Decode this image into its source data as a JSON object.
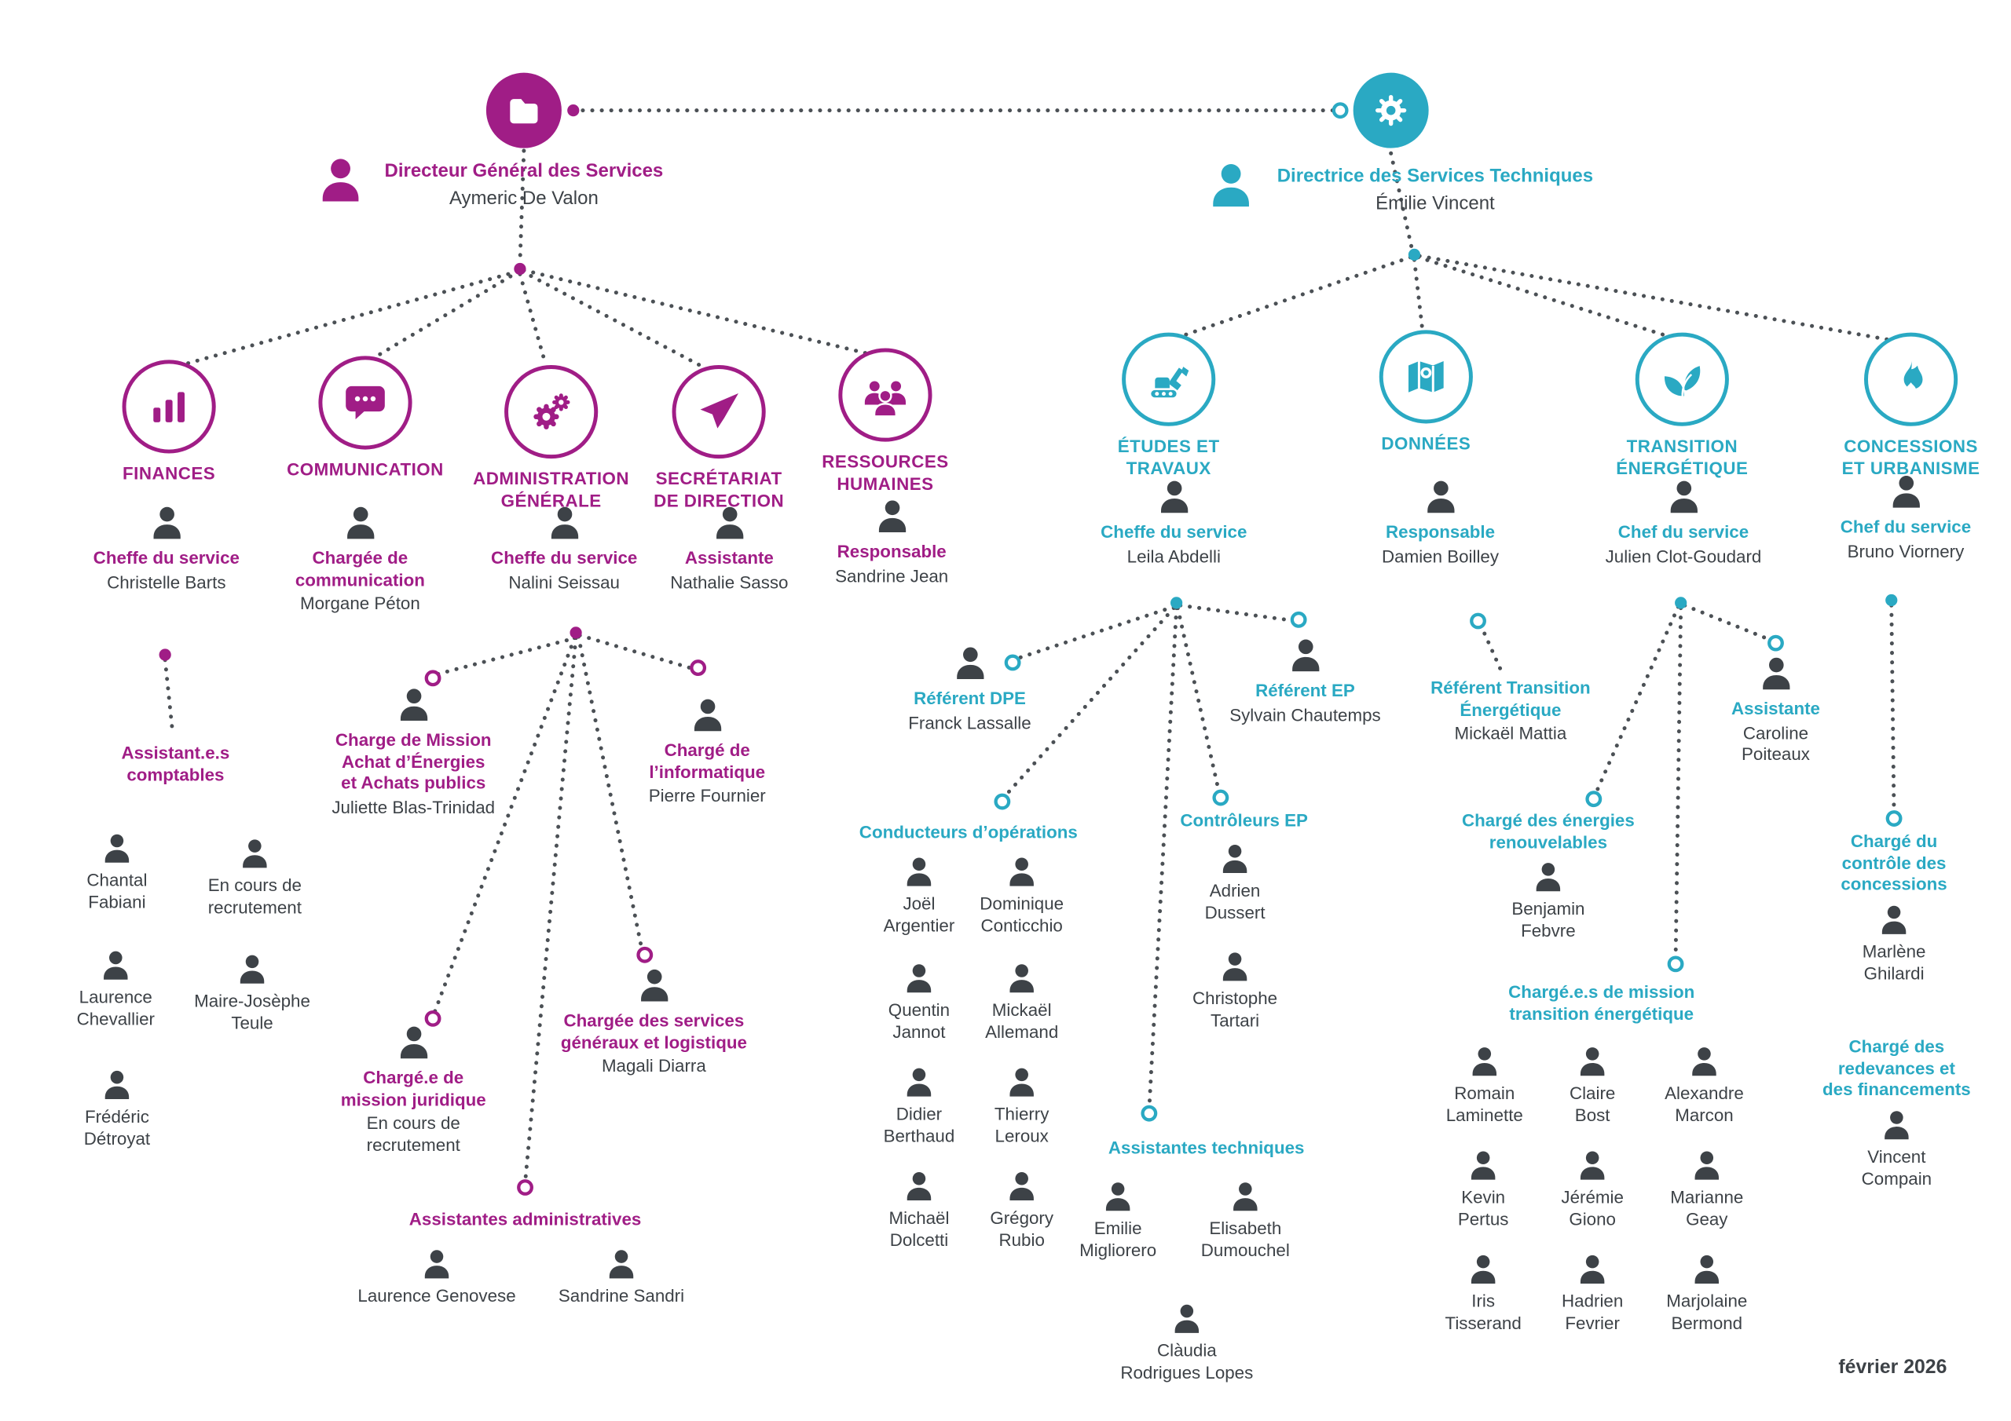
{
  "meta": {
    "date_label": "février 2026",
    "icons_used": [
      "person-icon",
      "folder-icon",
      "gear-icon",
      "bar-chart-icon",
      "chat-icon",
      "gears-icon",
      "paper-plane-icon",
      "people-icon",
      "excavator-icon",
      "map-pin-icon",
      "leaves-icon",
      "flame-icon"
    ]
  },
  "colors": {
    "purple": "#a01d86",
    "teal": "#2aa9c3",
    "dark": "#3d4247",
    "line": "#4b5055"
  },
  "nodes": [
    {
      "id": "dgs",
      "kind": "root",
      "color": "purple",
      "badge": "folder",
      "title": "Directeur Général des Services",
      "name": "Aymeric De Valon"
    },
    {
      "id": "dst",
      "kind": "root",
      "color": "teal",
      "badge": "gear",
      "title": "Directrice des Services Techniques",
      "name": "Émilie Vincent"
    },
    {
      "id": "dep-finances",
      "kind": "dept",
      "color": "purple",
      "icon": "bar-chart",
      "label": "FINANCES"
    },
    {
      "id": "dep-communication",
      "kind": "dept",
      "color": "purple",
      "icon": "chat",
      "label": "COMMUNICATION"
    },
    {
      "id": "dep-admin",
      "kind": "dept",
      "color": "purple",
      "icon": "gears",
      "label": "ADMINISTRATION\nGÉNÉRALE"
    },
    {
      "id": "dep-secretariat",
      "kind": "dept",
      "color": "purple",
      "icon": "paper-plane",
      "label": "SECRÉTARIAT\nDE DIRECTION"
    },
    {
      "id": "dep-rh",
      "kind": "dept",
      "color": "purple",
      "icon": "people",
      "label": "RESSOURCES\nHUMAINES"
    },
    {
      "id": "dep-etudes",
      "kind": "dept",
      "color": "teal",
      "icon": "excavator",
      "label": "ÉTUDES ET\nTRAVAUX"
    },
    {
      "id": "dep-donnees",
      "kind": "dept",
      "color": "teal",
      "icon": "map-pin",
      "label": "DONNÉES"
    },
    {
      "id": "dep-transition",
      "kind": "dept",
      "color": "teal",
      "icon": "leaves",
      "label": "TRANSITION\nÉNERGÉTIQUE"
    },
    {
      "id": "dep-concessions",
      "kind": "dept",
      "color": "teal",
      "icon": "flame",
      "label": "CONCESSIONS\nET URBANISME"
    },
    {
      "id": "fin-chef",
      "kind": "person",
      "color": "purple",
      "label": "Cheffe du service",
      "name": "Christelle Barts"
    },
    {
      "id": "fin-group",
      "kind": "group",
      "color": "purple",
      "label": "Assistant.e.s\ncomptables"
    },
    {
      "id": "fin-m1",
      "kind": "member",
      "color": "dark",
      "name": "Chantal\nFabiani"
    },
    {
      "id": "fin-m2",
      "kind": "member",
      "color": "dark",
      "name": "En cours de\nrecrutement"
    },
    {
      "id": "fin-m3",
      "kind": "member",
      "color": "dark",
      "name": "Laurence\nChevallier"
    },
    {
      "id": "fin-m4",
      "kind": "member",
      "color": "dark",
      "name": "Maire-Josèphe\nTeule"
    },
    {
      "id": "fin-m5",
      "kind": "member",
      "color": "dark",
      "name": "Frédéric\nDétroyat"
    },
    {
      "id": "com-chef",
      "kind": "person",
      "color": "purple",
      "label": "Chargée de\ncommunication",
      "name": "Morgane Péton"
    },
    {
      "id": "adm-chef",
      "kind": "person",
      "color": "purple",
      "label": "Cheffe du service",
      "name": "Nalini Seissau"
    },
    {
      "id": "adm-achats",
      "kind": "person",
      "color": "purple",
      "label": "Charge de Mission\nAchat d’Énergies\net Achats publics",
      "name": "Juliette Blas-Trinidad"
    },
    {
      "id": "adm-info",
      "kind": "person",
      "color": "purple",
      "label": "Chargé de\nl’informatique",
      "name": "Pierre Fournier"
    },
    {
      "id": "adm-jur",
      "kind": "person",
      "color": "purple",
      "label": "Chargé.e de\nmission juridique",
      "name": "En cours de\nrecrutement"
    },
    {
      "id": "adm-log",
      "kind": "person",
      "color": "purple",
      "label": "Chargée des services\ngénéraux et logistique",
      "name": "Magali Diarra"
    },
    {
      "id": "adm-group",
      "kind": "group",
      "color": "purple",
      "label": "Assistantes administratives"
    },
    {
      "id": "adm-m1",
      "kind": "member",
      "color": "dark",
      "name": "Laurence Genovese"
    },
    {
      "id": "adm-m2",
      "kind": "member",
      "color": "dark",
      "name": "Sandrine Sandri"
    },
    {
      "id": "sec-assist",
      "kind": "person",
      "color": "purple",
      "label": "Assistante",
      "name": "Nathalie Sasso"
    },
    {
      "id": "rh-resp",
      "kind": "person",
      "color": "purple",
      "label": "Responsable",
      "name": "Sandrine Jean"
    },
    {
      "id": "et-chef",
      "kind": "person",
      "color": "teal",
      "label": "Cheffe du service",
      "name": "Leila Abdelli"
    },
    {
      "id": "et-dpe",
      "kind": "person",
      "color": "teal",
      "label": "Référent DPE",
      "name": "Franck Lassalle"
    },
    {
      "id": "et-ep",
      "kind": "person",
      "color": "teal",
      "label": "Référent EP",
      "name": "Sylvain Chautemps"
    },
    {
      "id": "et-group-cond",
      "kind": "group",
      "color": "teal",
      "label": "Conducteurs d’opérations"
    },
    {
      "id": "et-c1",
      "kind": "member",
      "color": "dark",
      "name": "Joël\nArgentier"
    },
    {
      "id": "et-c2",
      "kind": "member",
      "color": "dark",
      "name": "Dominique\nConticchio"
    },
    {
      "id": "et-c3",
      "kind": "member",
      "color": "dark",
      "name": "Quentin\nJannot"
    },
    {
      "id": "et-c4",
      "kind": "member",
      "color": "dark",
      "name": "Mickaël\nAllemand"
    },
    {
      "id": "et-c5",
      "kind": "member",
      "color": "dark",
      "name": "Didier\nBerthaud"
    },
    {
      "id": "et-c6",
      "kind": "member",
      "color": "dark",
      "name": "Thierry\nLeroux"
    },
    {
      "id": "et-c7",
      "kind": "member",
      "color": "dark",
      "name": "Michaël\nDolcetti"
    },
    {
      "id": "et-c8",
      "kind": "member",
      "color": "dark",
      "name": "Grégory\nRubio"
    },
    {
      "id": "et-group-ctrl",
      "kind": "group",
      "color": "teal",
      "label": "Contrôleurs EP"
    },
    {
      "id": "et-ct1",
      "kind": "member",
      "color": "dark",
      "name": "Adrien\nDussert"
    },
    {
      "id": "et-ct2",
      "kind": "member",
      "color": "dark",
      "name": "Christophe\nTartari"
    },
    {
      "id": "et-group-at",
      "kind": "group",
      "color": "teal",
      "label": "Assistantes techniques"
    },
    {
      "id": "et-at1",
      "kind": "member",
      "color": "dark",
      "name": "Emilie\nMigliorero"
    },
    {
      "id": "et-at2",
      "kind": "member",
      "color": "dark",
      "name": "Elisabeth\nDumouchel"
    },
    {
      "id": "et-at3",
      "kind": "member",
      "color": "dark",
      "name": "Clàudia\nRodrigues Lopes"
    },
    {
      "id": "don-resp",
      "kind": "person",
      "color": "teal",
      "label": "Responsable",
      "name": "Damien Boilley"
    },
    {
      "id": "don-rte",
      "kind": "text",
      "color": "teal",
      "label": "Référent Transition\nÉnergétique",
      "name": "Mickaël Mattia"
    },
    {
      "id": "te-chef",
      "kind": "person",
      "color": "teal",
      "label": "Chef du service",
      "name": "Julien Clot-Goudard"
    },
    {
      "id": "te-assist",
      "kind": "person",
      "color": "teal",
      "label": "Assistante",
      "name": "Caroline\nPoiteaux"
    },
    {
      "id": "te-enr",
      "kind": "titled-member",
      "color": "teal",
      "label": "Chargé des énergies\nrenouvelables",
      "name": "Benjamin\nFebvre"
    },
    {
      "id": "te-group",
      "kind": "group",
      "color": "teal",
      "label": "Chargé.e.s de mission\ntransition énergétique"
    },
    {
      "id": "te-m1",
      "kind": "member",
      "color": "dark",
      "name": "Romain\nLaminette"
    },
    {
      "id": "te-m2",
      "kind": "member",
      "color": "dark",
      "name": "Claire\nBost"
    },
    {
      "id": "te-m3",
      "kind": "member",
      "color": "dark",
      "name": "Alexandre\nMarcon"
    },
    {
      "id": "te-m4",
      "kind": "member",
      "color": "dark",
      "name": "Kevin\nPertus"
    },
    {
      "id": "te-m5",
      "kind": "member",
      "color": "dark",
      "name": "Jérémie\nGiono"
    },
    {
      "id": "te-m6",
      "kind": "member",
      "color": "dark",
      "name": "Marianne\nGeay"
    },
    {
      "id": "te-m7",
      "kind": "member",
      "color": "dark",
      "name": "Iris\nTisserand"
    },
    {
      "id": "te-m8",
      "kind": "member",
      "color": "dark",
      "name": "Hadrien\nFevrier"
    },
    {
      "id": "te-m9",
      "kind": "member",
      "color": "dark",
      "name": "Marjolaine\nBermond"
    },
    {
      "id": "con-chef",
      "kind": "person",
      "color": "teal",
      "label": "Chef du service",
      "name": "Bruno Viornery"
    },
    {
      "id": "con-controle",
      "kind": "titled-member",
      "color": "teal",
      "label": "Chargé du\ncontrôle des\nconcessions",
      "name": "Marlène\nGhilardi"
    },
    {
      "id": "con-redev",
      "kind": "titled-member",
      "color": "teal",
      "label": "Chargé des\nredevances et\ndes financements",
      "name": "Vincent\nCompain"
    }
  ]
}
